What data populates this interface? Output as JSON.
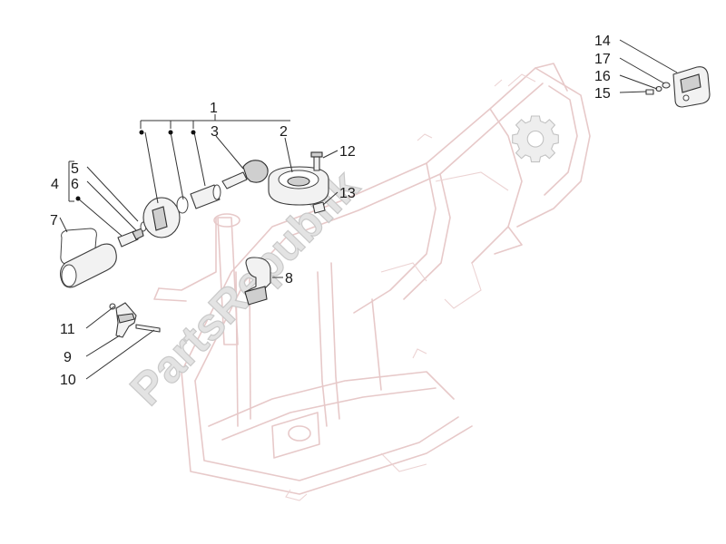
{
  "diagram": {
    "watermark_text": "PartsRepublik",
    "callouts": {
      "c1": "1",
      "c2": "2",
      "c3": "3",
      "c4": "4",
      "c5": "5",
      "c6": "6",
      "c7": "7",
      "c8": "8",
      "c9": "9",
      "c10": "10",
      "c11": "11",
      "c12": "12",
      "c13": "13",
      "c14": "14",
      "c15": "15",
      "c16": "16",
      "c17": "17"
    },
    "colors": {
      "frame_outline": "#e7c9c9",
      "part_outline": "#3a3a3a",
      "watermark": "#c9c9c9"
    }
  }
}
